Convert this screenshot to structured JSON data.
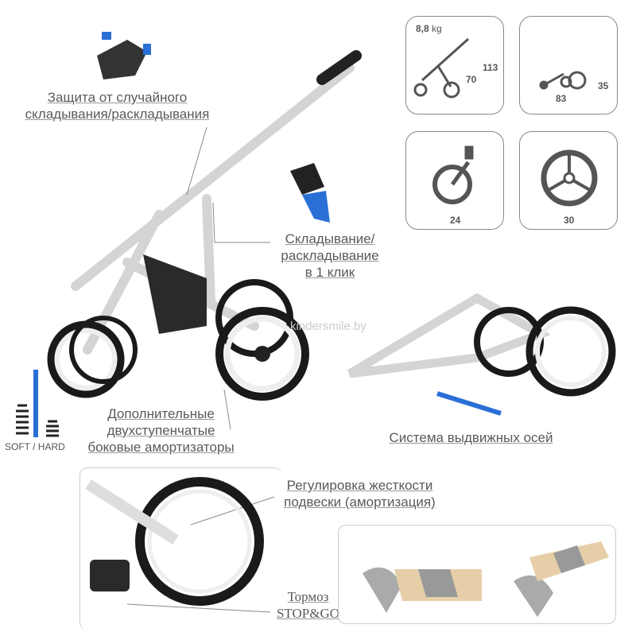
{
  "labels": {
    "fold_protection": [
      "Защита от случайного",
      "складывания/раскладывания"
    ],
    "one_click_fold": [
      "Складывание/",
      "раскладывание",
      "в 1 клик"
    ],
    "shock_absorbers": [
      "Дополнительные",
      "двухступенчатые",
      "боковые амортизаторы"
    ],
    "soft_hard": "SOFT / HARD",
    "axle_system": "Система выдвижных осей",
    "suspension": [
      "Регулировка жесткости",
      "подвески (амортизация)"
    ],
    "brake": [
      "Тормоз",
      "STOP&GO"
    ]
  },
  "watermark": "kindersmile.by",
  "specs": {
    "weight": "8,8",
    "weight_unit": "kg",
    "handle_height": "113",
    "seat_height": "70",
    "folded_length": "83",
    "folded_height": "35",
    "front_wheel": "24",
    "rear_wheel": "30"
  },
  "colors": {
    "accent": "#2a6fd6",
    "frame": "#ffffff",
    "tire": "#1a1a1a",
    "icon": "#555555"
  }
}
